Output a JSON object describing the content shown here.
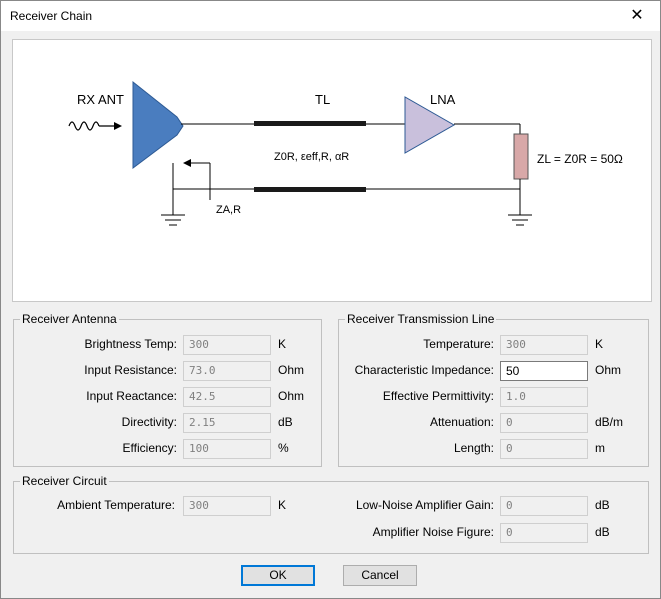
{
  "window": {
    "title": "Receiver Chain",
    "close_glyph": "✕"
  },
  "diagram": {
    "rx_ant": "RX ANT",
    "tl": "TL",
    "lna": "LNA",
    "tl_params": "Z0R, εeff,R, αR",
    "za": "ZA,R",
    "zl": "ZL = Z0R = 50Ω",
    "colors": {
      "antenna": "#4a7dbf",
      "lna": "#c9c0dc",
      "load": "#d8a8a8",
      "line": "#1a1a1a"
    }
  },
  "receiver_antenna": {
    "title": "Receiver Antenna",
    "fields": [
      {
        "label": "Brightness Temp:",
        "value": "300",
        "unit": "K"
      },
      {
        "label": "Input Resistance:",
        "value": "73.0",
        "unit": "Ohm"
      },
      {
        "label": "Input Reactance:",
        "value": "42.5",
        "unit": "Ohm"
      },
      {
        "label": "Directivity:",
        "value": "2.15",
        "unit": "dB"
      },
      {
        "label": "Efficiency:",
        "value": "100",
        "unit": "%"
      }
    ]
  },
  "receiver_tl": {
    "title": "Receiver Transmission Line",
    "fields": [
      {
        "label": "Temperature:",
        "value": "300",
        "unit": "K"
      },
      {
        "label": "Characteristic Impedance:",
        "value": "50",
        "unit": "Ohm"
      },
      {
        "label": "Effective Permittivity:",
        "value": "1.0",
        "unit": ""
      },
      {
        "label": "Attenuation:",
        "value": "0",
        "unit": "dB/m"
      },
      {
        "label": "Length:",
        "value": "0",
        "unit": "m"
      }
    ]
  },
  "receiver_circuit": {
    "title": "Receiver Circuit",
    "ambient": {
      "label": "Ambient Temperature:",
      "value": "300",
      "unit": "K"
    },
    "lna_gain": {
      "label": "Low-Noise Amplifier Gain:",
      "value": "0",
      "unit": "dB"
    },
    "noise_figure": {
      "label": "Amplifier Noise Figure:",
      "value": "0",
      "unit": "dB"
    }
  },
  "buttons": {
    "ok": "OK",
    "cancel": "Cancel"
  }
}
